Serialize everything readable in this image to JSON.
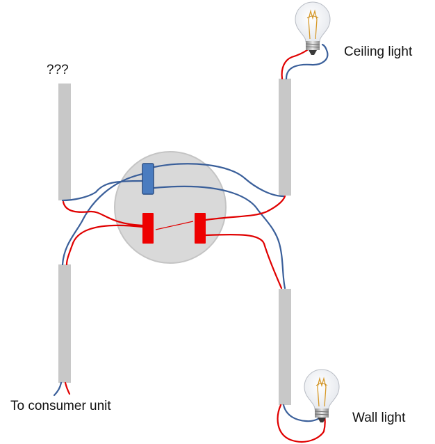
{
  "labels": {
    "unknown": "???",
    "ceiling_light": "Ceiling light",
    "wall_light": "Wall light",
    "consumer_unit": "To consumer unit"
  },
  "colors": {
    "live_wire": "#e00000",
    "neutral_wire": "#3a5f9a",
    "cable_sheath": "#c8c8c8",
    "junction_box": "#d9d9d9",
    "junction_box_border": "#c4c4c4",
    "neutral_terminal": "#4a7cc0",
    "live_terminal": "#ee0000"
  },
  "icons": {
    "ceiling_bulb": "light-bulb-icon",
    "wall_bulb": "light-bulb-icon"
  }
}
